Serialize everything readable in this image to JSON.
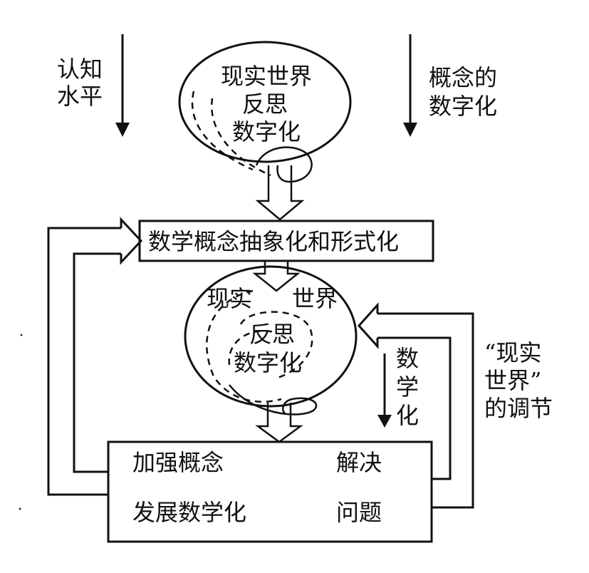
{
  "labels": {
    "cognition_1": "认知",
    "cognition_2": "水平",
    "concept_1": "概念的",
    "concept_2": "数字化",
    "top_real_world": "现实世界",
    "top_reflect": "反思",
    "top_digitize": "数字化",
    "abstraction": "数学概念抽象化和形式化",
    "mid_real": "现实",
    "mid_world": "世界",
    "mid_reflect": "反思",
    "mid_digitize": "数字化",
    "math_1": "数",
    "math_2": "学",
    "math_3": "化",
    "adjust_1": "“现实",
    "adjust_2": "世界”",
    "adjust_3": "的调节",
    "strengthen": "加强概念",
    "develop": "发展数学化",
    "solve": "解决",
    "problem": "问题"
  }
}
